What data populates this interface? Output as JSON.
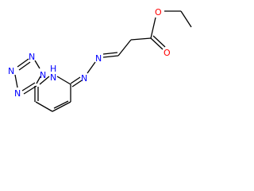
{
  "molecule": {
    "atoms": {
      "o_carbonyl": "O",
      "o_ester": "O",
      "n_hydrazone_1": "N",
      "n_hydrazone_2": "N",
      "n_nh": "N",
      "h_nh": "H",
      "n_tetrazole_1": "N",
      "n_tetrazole_2": "N",
      "n_tetrazole_3": "N",
      "n_bridge": "N"
    },
    "colors": {
      "bond": "#000000",
      "oxygen": "#ff0000",
      "nitrogen": "#0000ff"
    }
  }
}
